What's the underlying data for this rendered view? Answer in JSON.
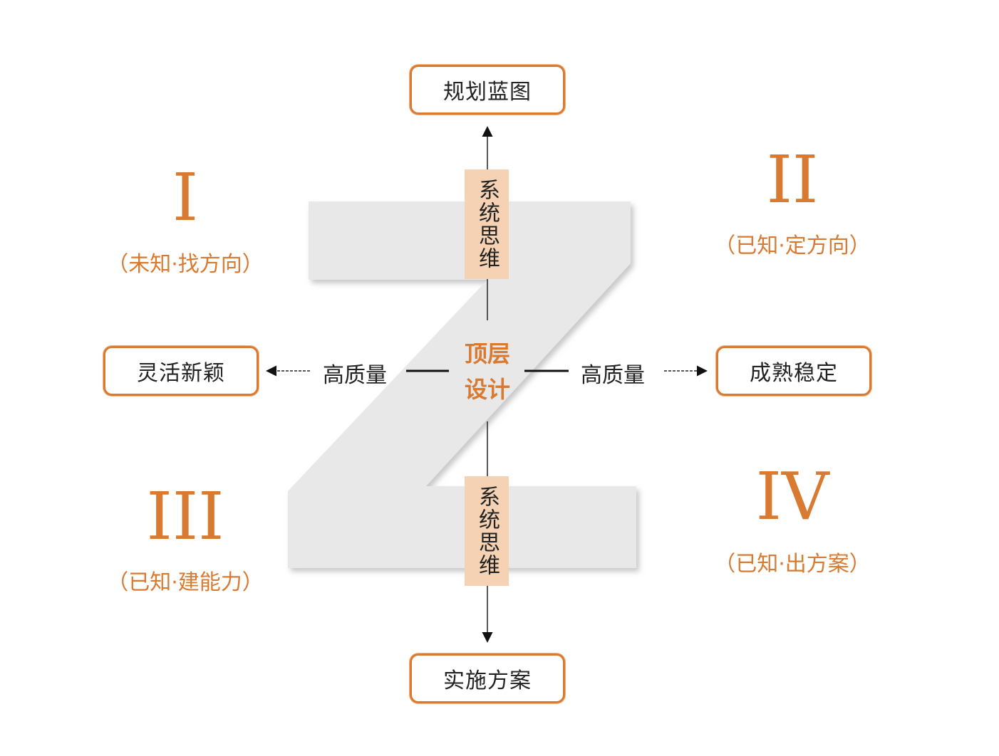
{
  "center_title": {
    "line1": "顶层",
    "line2": "设计"
  },
  "top_box": "规划蓝图",
  "bottom_box": "实施方案",
  "left_box": "灵活新颖",
  "right_box": "成熟稳定",
  "vertical_label_top": "系统思维",
  "vertical_label_bottom": "系统思维",
  "horizontal_label_left": "高质量",
  "horizontal_label_right": "高质量",
  "quadrants": [
    {
      "numeral": "I",
      "subtitle": "（未知·找方向）"
    },
    {
      "numeral": "II",
      "subtitle": "（已知·定方向）"
    },
    {
      "numeral": "III",
      "subtitle": "（已知·建能力）"
    },
    {
      "numeral": "IV",
      "subtitle": "（已知·出方案）"
    }
  ],
  "colors": {
    "accent": "#d97a32",
    "label_bg": "#f6d2b4",
    "z_fill": "#e8e8e8"
  }
}
